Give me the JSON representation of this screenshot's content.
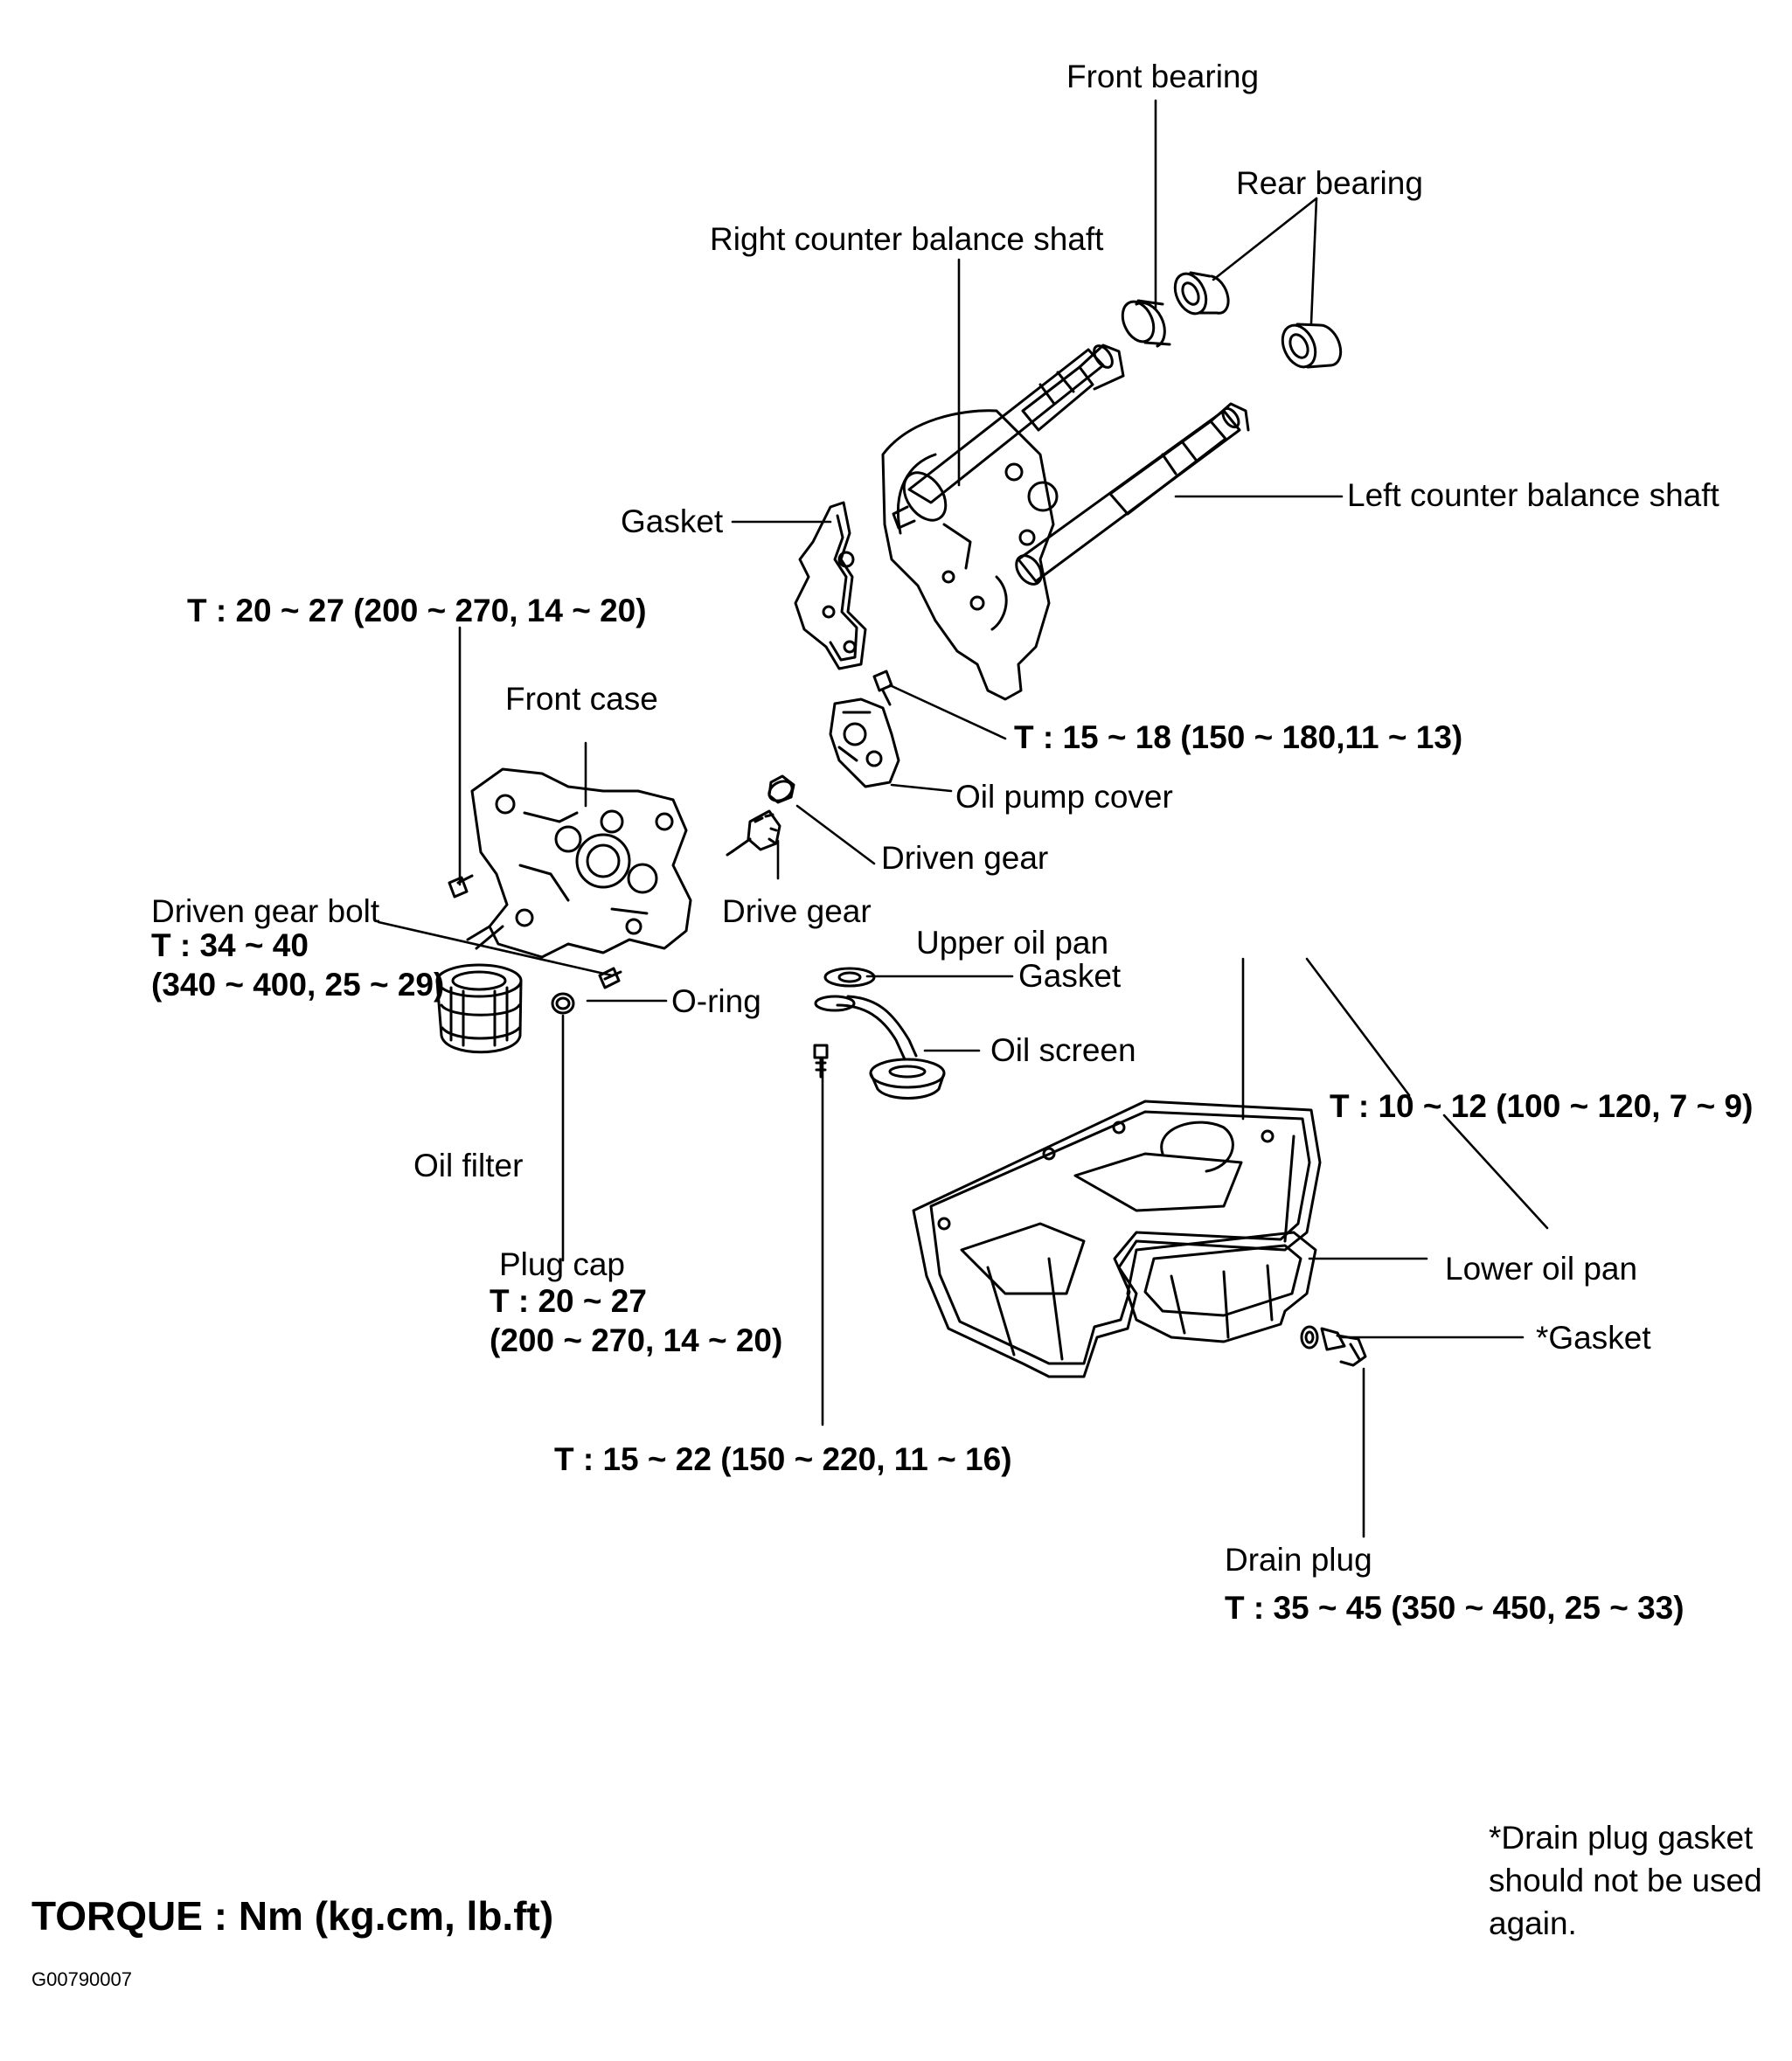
{
  "labels": {
    "front_bearing": "Front bearing",
    "rear_bearing": "Rear bearing",
    "right_shaft": "Right counter balance shaft",
    "left_shaft": "Left counter balance shaft",
    "gasket_top": "Gasket",
    "torque_front_case_bolt": "T : 20 ~ 27 (200 ~ 270, 14 ~ 20)",
    "front_case": "Front case",
    "torque_pump_cover": "T : 15 ~ 18 (150 ~ 180,11 ~ 13)",
    "oil_pump_cover": "Oil pump cover",
    "driven_gear": "Driven gear",
    "drive_gear": "Drive gear",
    "driven_gear_bolt": "Driven gear bolt",
    "driven_gear_bolt_torque_1": "T : 34 ~ 40",
    "driven_gear_bolt_torque_2": "(340 ~ 400, 25 ~ 29)",
    "o_ring": "O-ring",
    "gasket_screen": "Gasket",
    "oil_screen": "Oil screen",
    "oil_filter": "Oil filter",
    "upper_oil_pan": "Upper oil pan",
    "torque_oil_pan": "T : 10 ~ 12 (100 ~ 120, 7 ~ 9)",
    "lower_oil_pan": "Lower oil pan",
    "gasket_drain": "*Gasket",
    "plug_cap": "Plug cap",
    "plug_cap_torque_1": "T : 20 ~ 27",
    "plug_cap_torque_2": "(200 ~ 270, 14 ~ 20)",
    "torque_screen_bolt": "T : 15 ~ 22 (150 ~ 220, 11 ~ 16)",
    "drain_plug": "Drain plug",
    "drain_plug_torque": "T : 35 ~ 45 (350 ~ 450, 25 ~ 33)"
  },
  "note": {
    "line1": "*Drain plug gasket",
    "line2": "should not be used",
    "line3": "again."
  },
  "torque_units": "TORQUE : Nm (kg.cm, lb.ft)",
  "figure_code": "G00790007"
}
